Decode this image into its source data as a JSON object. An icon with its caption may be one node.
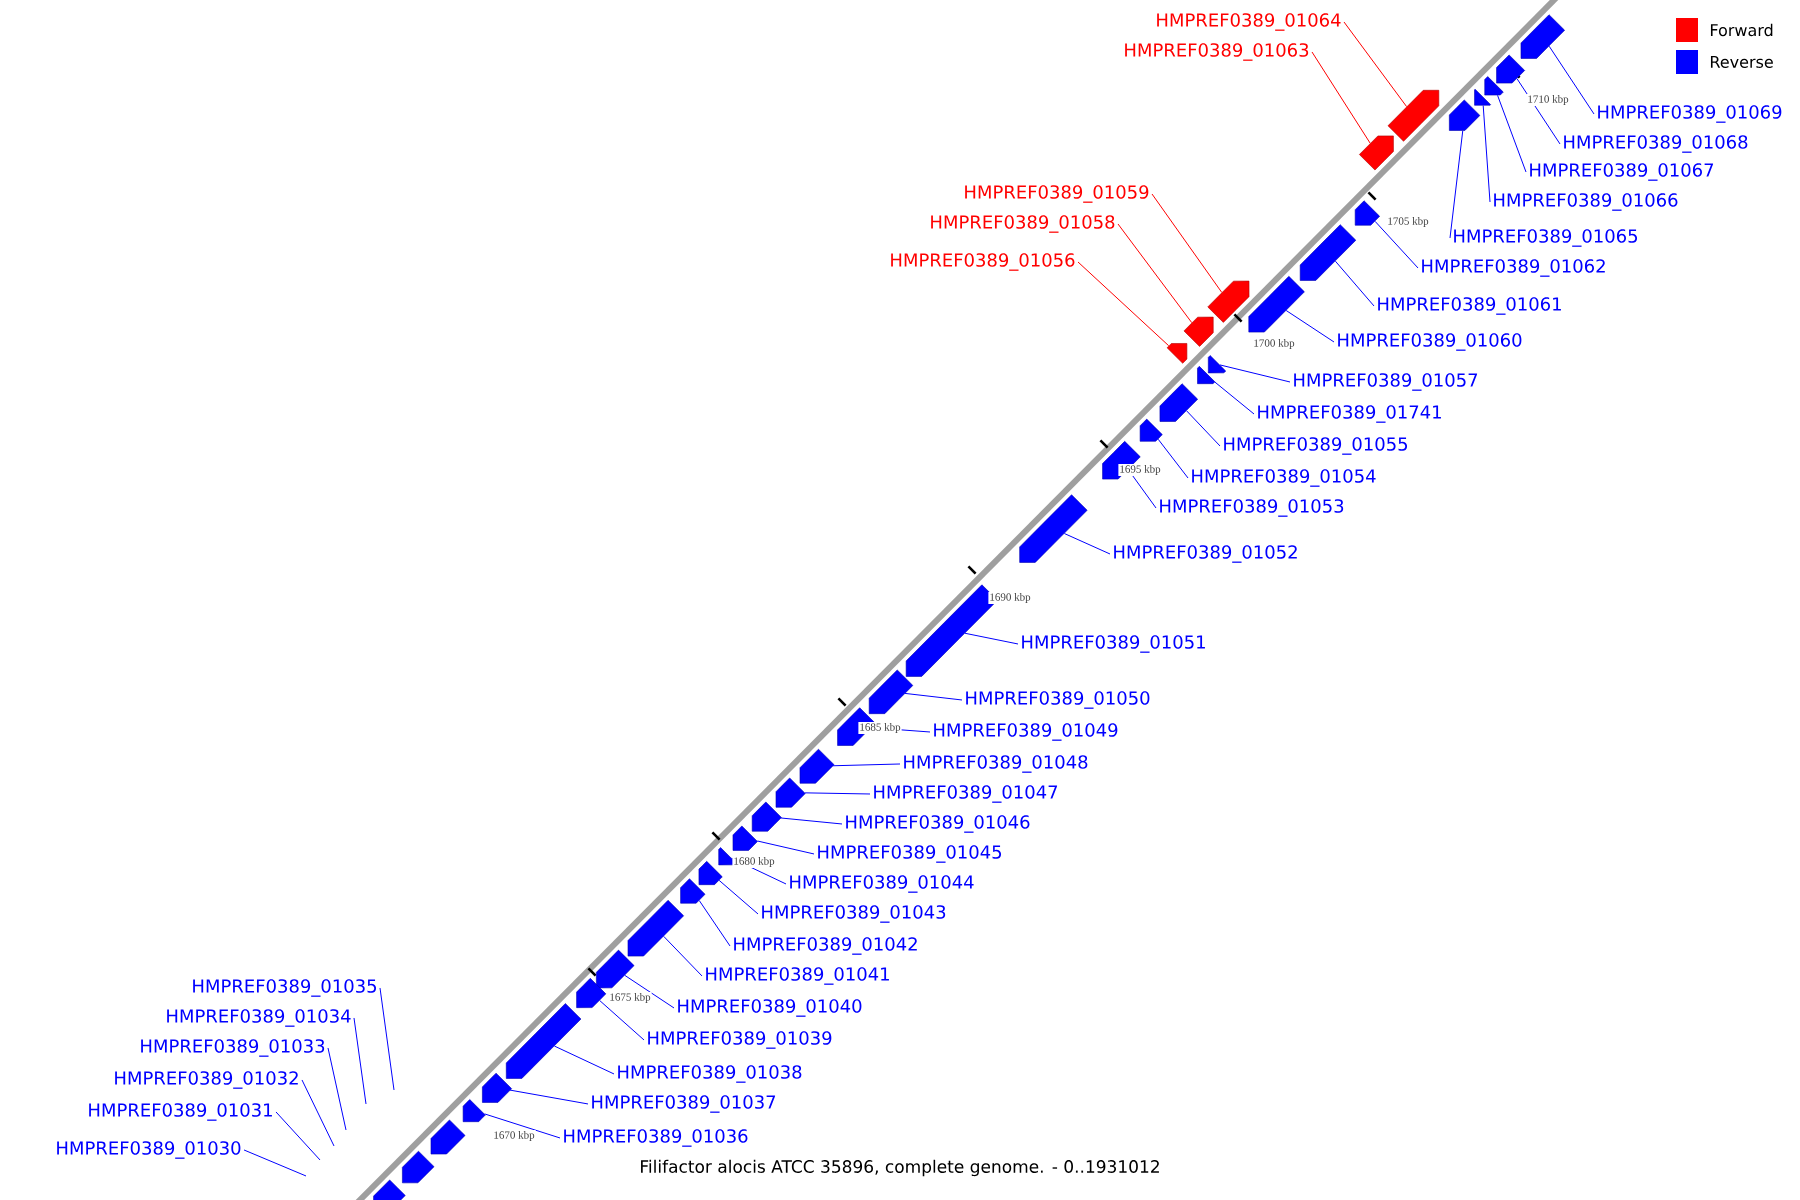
{
  "diagram": {
    "caption": "Filifactor alocis ATCC 35896, complete genome. - 0..1931012",
    "nodes": [
      {
        "text": [
          "HMPREF0389_01064"
        ]
      },
      {
        "text": [],
        "shape": "box"
      },
      {
        "text": [
          "HMPREF0389_01063"
        ]
      },
      {
        "text": [],
        "shape": "box"
      },
      {
        "text": [
          "HMPREF0389_01059"
        ]
      },
      {
        "text": [],
        "shape": "box"
      },
      {
        "text": [
          "HMPREF0389_01058"
        ]
      },
      {
        "text": [],
        "shape": "box"
      },
      {
        "text": [
          "HMPREF0389_01056"
        ]
      },
      {
        "text": [],
        "shape": "box"
      },
      {
        "text": [
          "HMPREF0389_01069"
        ]
      },
      {
        "text": [],
        "shape": "box"
      },
      {
        "text": [
          "HMPREF0389_01068"
        ]
      },
      {
        "text": [],
        "shape": "box"
      },
      {
        "text": [
          "HMPREF0389_01067"
        ]
      },
      {
        "text": [],
        "shape": "box"
      },
      {
        "text": [
          "HMPREF0389_01066"
        ]
      },
      {
        "text": [],
        "shape": "box"
      },
      {
        "text": [
          "HMPREF0389_01065"
        ]
      },
      {
        "text": [],
        "shape": "box"
      },
      {
        "text": [
          "HMPREF0389_01062"
        ]
      },
      {
        "text": [],
        "shape": "box"
      },
      {
        "text": [
          "HMPREF0389_01061"
        ]
      },
      {
        "text": [],
        "shape": "box"
      },
      {
        "text": [
          "HMPREF0389_01060"
        ]
      },
      {
        "text": [],
        "shape": "box"
      },
      {
        "text": [
          "HMPREF0389_01057"
        ]
      },
      {
        "text": [],
        "shape": "box"
      },
      {
        "text": [
          "HMPREF0389_01741"
        ]
      },
      {
        "text": [],
        "shape": "box"
      },
      {
        "text": [
          "HMPREF0389_01055"
        ]
      },
      {
        "text": [],
        "shape": "box"
      },
      {
        "text": [
          "HMPREF0389_01054"
        ]
      },
      {
        "text": [],
        "shape": "box"
      },
      {
        "text": [
          "HMPREF0389_01053"
        ]
      },
      {
        "text": [],
        "shape": "box"
      },
      {
        "text": [
          "HMPREF0389_01052"
        ]
      },
      {
        "text": [],
        "shape": "box"
      },
      {
        "text": [
          "HMPREF0389_01051"
        ]
      },
      {
        "text": [],
        "shape": "box"
      },
      {
        "text": [
          "HMPREF0389_01050"
        ]
      },
      {
        "text": [],
        "shape": "box"
      },
      {
        "text": [
          "HMPREF0389_01049"
        ]
      },
      {
        "text": [],
        "shape": "box"
      },
      {
        "text": [
          "HMPREF0389_01048"
        ]
      },
      {
        "text": [],
        "shape": "box"
      },
      {
        "text": [
          "HMPREF0389_01047"
        ]
      },
      {
        "text": [],
        "shape": "box"
      },
      {
        "text": [
          "HMPREF0389_01046"
        ]
      },
      {
        "text": [],
        "shape": "box"
      },
      {
        "text": [
          "HMPREF0389_01045"
        ]
      },
      {
        "text": [],
        "shape": "box"
      },
      {
        "text": [
          "HMPREF0389_01044"
        ]
      },
      {
        "text": [],
        "shape": "box"
      },
      {
        "text": [
          "HMPREF0389_01043"
        ]
      },
      {
        "text": [],
        "shape": "box"
      },
      {
        "text": [
          "HMPREF0389_01042"
        ]
      },
      {
        "text": [],
        "shape": "box"
      },
      {
        "text": [
          "HMPREF0389_01041"
        ]
      },
      {
        "text": [],
        "shape": "box"
      },
      {
        "text": [
          "HMPREF0389_01040"
        ]
      },
      {
        "text": [],
        "shape": "box"
      },
      {
        "text": [
          "HMPREF0389_01039"
        ]
      },
      {
        "text": [],
        "shape": "box"
      },
      {
        "text": [
          "HMPREF0389_01038"
        ]
      },
      {
        "text": [],
        "shape": "box"
      },
      {
        "text": [
          "HMPREF0389_01037"
        ]
      },
      {
        "text": [],
        "shape": "box"
      },
      {
        "text": [
          "HMPREF0389_01036"
        ]
      },
      {
        "text": [],
        "shape": "box"
      },
      {
        "text": [
          "HMPREF0389_01035"
        ]
      },
      {
        "text": [
          "HMPREF0389_01034"
        ]
      },
      {
        "text": [
          "HMPREF0389_01033"
        ]
      },
      {
        "text": [
          "HMPREF0389_01032"
        ]
      },
      {
        "text": [
          "HMPREF0389_01031"
        ]
      },
      {
        "text": [
          "HMPREF0389_01030"
        ]
      },
      {
        "text": [],
        "shape": "box"
      },
      {
        "text": [],
        "shape": "box"
      },
      {
        "text": [],
        "shape": "box"
      }
    ],
    "edges": [
      {
        "from": 0,
        "to": 1,
        "arrow": "none",
        "color": "#ff0000"
      },
      {
        "from": 2,
        "to": 3,
        "arrow": "none",
        "color": "#ff0000"
      },
      {
        "from": 4,
        "to": 5,
        "arrow": "none",
        "color": "#ff0000"
      },
      {
        "from": 6,
        "to": 7,
        "arrow": "none",
        "color": "#ff0000"
      },
      {
        "from": 8,
        "to": 9,
        "arrow": "none",
        "color": "#ff0000"
      },
      {
        "from": 10,
        "to": 11,
        "arrow": "none"
      },
      {
        "from": 12,
        "to": 13,
        "arrow": "none"
      },
      {
        "from": 14,
        "to": 15,
        "arrow": "none"
      },
      {
        "from": 16,
        "to": 17,
        "arrow": "none"
      },
      {
        "from": 18,
        "to": 19,
        "arrow": "none"
      },
      {
        "from": 20,
        "to": 21,
        "arrow": "none"
      },
      {
        "from": 22,
        "to": 23,
        "arrow": "none"
      },
      {
        "from": 24,
        "to": 25,
        "arrow": "none"
      },
      {
        "from": 26,
        "to": 27,
        "arrow": "none"
      },
      {
        "from": 28,
        "to": 29,
        "arrow": "none"
      },
      {
        "from": 30,
        "to": 31,
        "arrow": "none"
      },
      {
        "from": 32,
        "to": 33,
        "arrow": "none"
      },
      {
        "from": 34,
        "to": 35,
        "arrow": "none"
      },
      {
        "from": 36,
        "to": 37,
        "arrow": "none"
      },
      {
        "from": 38,
        "to": 39,
        "arrow": "none"
      },
      {
        "from": 40,
        "to": 41,
        "arrow": "none"
      },
      {
        "from": 42,
        "to": 43,
        "arrow": "none"
      },
      {
        "from": 44,
        "to": 45,
        "arrow": "none"
      },
      {
        "from": 46,
        "to": 47,
        "arrow": "none"
      },
      {
        "from": 48,
        "to": 49,
        "arrow": "none"
      },
      {
        "from": 50,
        "to": 51,
        "arrow": "none"
      },
      {
        "from": 52,
        "to": 53,
        "arrow": "none"
      },
      {
        "from": 54,
        "to": 55,
        "arrow": "none"
      },
      {
        "from": 56,
        "to": 57,
        "arrow": "none"
      },
      {
        "from": 58,
        "to": 59,
        "arrow": "none"
      },
      {
        "from": 60,
        "to": 61,
        "arrow": "none"
      },
      {
        "from": 62,
        "to": 63,
        "arrow": "none"
      },
      {
        "from": 64,
        "to": 65,
        "arrow": "none"
      },
      {
        "from": 66,
        "to": 67,
        "arrow": "none"
      },
      {
        "from": 68,
        "to": 69,
        "arrow": "none"
      },
      {
        "from": 70,
        "to": null,
        "arrow": "none"
      },
      {
        "from": 71,
        "to": null,
        "arrow": "none"
      },
      {
        "from": 72,
        "to": null,
        "arrow": "none"
      },
      {
        "from": 73,
        "to": null,
        "arrow": "none"
      },
      {
        "from": 74,
        "to": null,
        "arrow": "none"
      },
      {
        "from": 75,
        "to": null,
        "arrow": "none"
      }
    ],
    "labels": [
      "1710 kbp",
      "1705 kbp",
      "1700 kbp",
      "1695 kbp",
      "1690 kbp",
      "1685 kbp",
      "1680 kbp",
      "1675 kbp",
      "1670 kbp"
    ],
    "legend": [
      {
        "text": "Forward",
        "color": "#ff0000"
      },
      {
        "text": "Reverse",
        "color": "#0000ff"
      }
    ]
  }
}
